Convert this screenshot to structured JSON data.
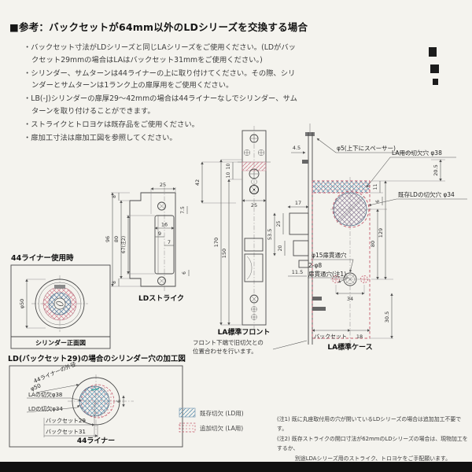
{
  "header": {
    "title": "■参考：バックセットが64mm以外のLDシリーズを交換する場合"
  },
  "bullets": {
    "items": [
      "・バックセット寸法がLDシリーズと同じLAシリーズをご使用ください。(LDがバックセット29mmの場合はLAはバックセット31mmをご使用ください。)",
      "・シリンダー、サムターンは44ライナーの上に取り付けてください。その際、シリンダーとサムターンは1ランク上の扉厚用をご使用ください。",
      "・LB(-J)シリンダーの扉厚29〜42mmの場合は44ライナーなしでシリンダー、サムターンを取り付けることができます。",
      "・ストライクとトロヨケは既存品をご使用ください。",
      "・扉加工寸法は扉加工図を参照してください。"
    ]
  },
  "strike_view": {
    "caption": "LDストライク",
    "dim_top_width": "25",
    "dim_step_top": "8",
    "dim_step_bottom": "8",
    "dim_total_height": "96",
    "dim_body_height": "80",
    "dim_opening_height": "67(注2)",
    "dim_opening_width": "16",
    "dim_w9": "9",
    "dim_w7": "7",
    "dim_gap_top": "7.5",
    "dim_gap_bottom": "6"
  },
  "front_view": {
    "caption": "LA標準フロント",
    "note": [
      "フロント下端で旧切欠との",
      "位置合わせを行います。"
    ],
    "dim_band_upper": "10",
    "dim_band_lower": "10",
    "dim_width": "25",
    "dim_offset": "42",
    "dim_height_total": "170",
    "dim_height_inner": "150"
  },
  "case_view": {
    "caption": "LA標準ケース",
    "label_spacer": "φ5(上下にスペーサー)",
    "label_la_hole": "LA用の切欠穴 φ38",
    "label_ld_hole": "既存LDの切欠穴 φ34",
    "label_phi15": "φ15扉貫通穴",
    "label_phi8_a": "2-φ8",
    "label_phi8_b": "扉貫通穴(注1)",
    "label_backset": "バックセット",
    "dim_45": "4.5",
    "dim_205": "20.5",
    "dim_11": "11",
    "dim_6": "6",
    "dim_17": "17",
    "dim_25": "25",
    "dim_535": "53.5",
    "dim_20": "20",
    "dim_115": "11.5",
    "dim_80": "80",
    "dim_129": "129",
    "dim_34": "34",
    "dim_305": "30.5",
    "dim_18": "18"
  },
  "cylinder_view": {
    "title": "44ライナー使用時",
    "caption": "シリンダー正面図",
    "dim_phi50": "φ50"
  },
  "machining_view": {
    "title": "LD(バックセット29)の場合のシリンダー穴の加工図",
    "caption": "44ライナー",
    "label_liner_od": "44ライナーの外径",
    "label_liner_od2": "φ50",
    "label_la_cut": "LAの切欠φ38",
    "label_ld_cut": "LDの切欠φ34",
    "label_backset29": "バックセット29",
    "label_backset31": "バックセット31",
    "dim_6": "6"
  },
  "legend": {
    "existing": "既存切欠 (LD用)",
    "additional": "追加切欠 (LA用)"
  },
  "footnotes": {
    "note1": "(注1) 既に丸座取付用の穴が開いているLDシリーズの場合は追加加工不要です。",
    "note2_line1": "(注2) 既存ストライクの開口寸法が62mmのLDシリーズの場合は、現物加工をするか、",
    "note2_line2": "別途LDAシリーズ用のストライク、トロヨケをご手配願います。"
  },
  "colors": {
    "hatch_blue": "#5d8fae",
    "hatch_red": "#d08090",
    "accent_red": "#c4596b"
  }
}
